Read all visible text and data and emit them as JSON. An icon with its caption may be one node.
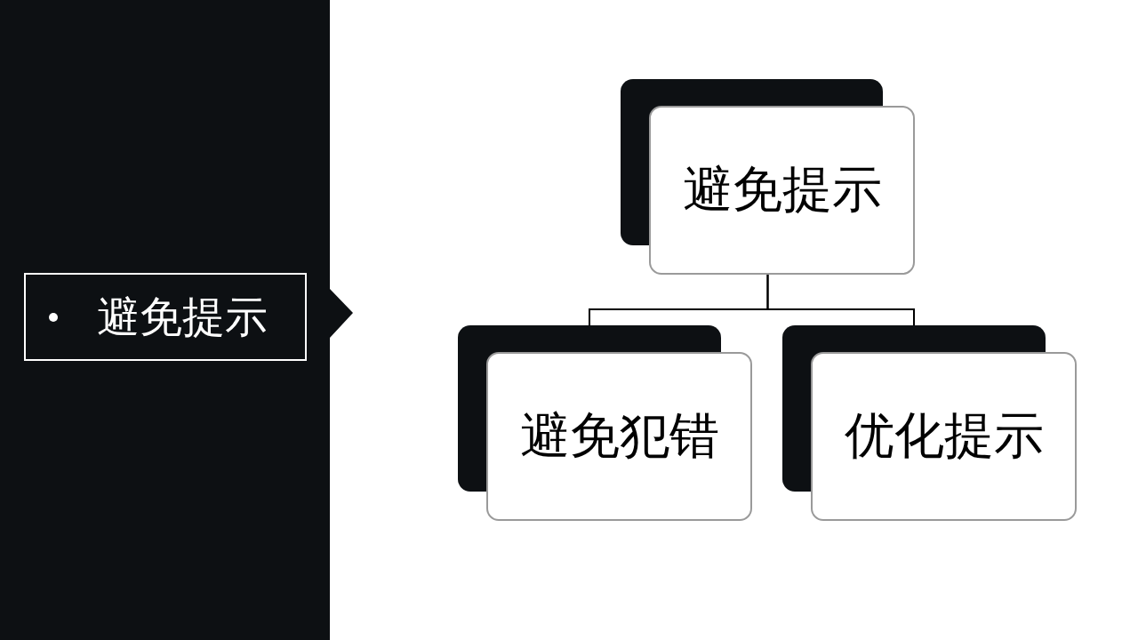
{
  "diagram": {
    "nodes": [
      {
        "text": [
          "避免提示"
        ]
      },
      {
        "text": [
          "避免提示"
        ]
      },
      {
        "text": [
          "避免犯错"
        ]
      },
      {
        "text": [
          "优化提示"
        ]
      }
    ],
    "edges": [
      {
        "from": 1,
        "to": 2,
        "arrow": "none"
      },
      {
        "from": 1,
        "to": 3,
        "arrow": "none"
      }
    ]
  }
}
